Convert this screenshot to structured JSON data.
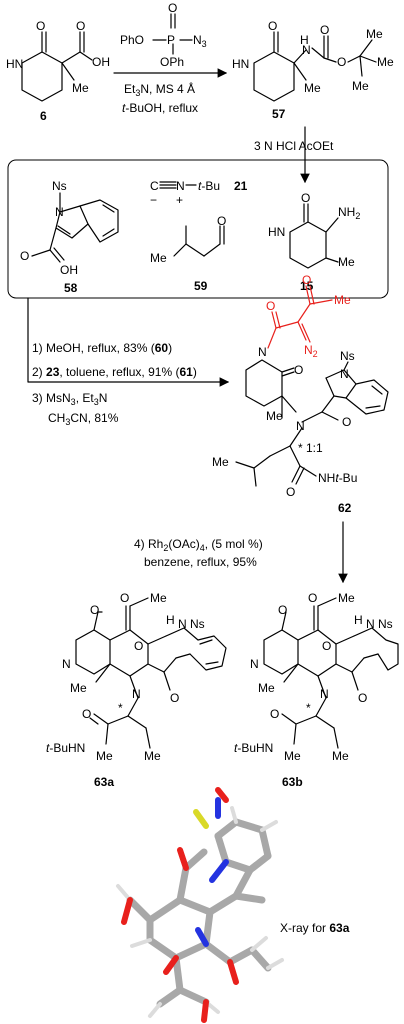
{
  "step1": {
    "reagent_top_a": "PhO",
    "reagent_top_b": "OPh",
    "reagent_p": "P",
    "reagent_o": "O",
    "reagent_n3": "N",
    "reagent_n3_sub": "3",
    "cond1": "Et",
    "cond1_sub": "3",
    "cond1_rest": "N, MS 4 Å",
    "cond2_it": "t",
    "cond2_rest": "-BuOH, reflux"
  },
  "step2": {
    "reagent": "3 N HCl   AcOEt"
  },
  "compounds": {
    "c6": "6",
    "c57": "57",
    "c15": "15",
    "c21": "21",
    "c58": "58",
    "c59": "59",
    "c62": "62",
    "c63a": "63a",
    "c63b": "63b"
  },
  "step3": {
    "l1": "1) MeOH, reflux, 83% (",
    "l1_cmp": "60",
    "l1_end": ")",
    "l2": "2) ",
    "l2_cmp": "23",
    "l2_mid": ", toluene, reflux, 91% (",
    "l2_cmp2": "61",
    "l2_end": ")",
    "l3": "3) MsN",
    "l3_sub": "3",
    "l3_rest": ", Et",
    "l3_sub2": "3",
    "l3_end": "N",
    "l4": "CH",
    "l4_sub": "3",
    "l4_rest": "CN, 81%"
  },
  "step4": {
    "l1": "4) Rh",
    "l1_sub": "2",
    "l1_rest": "(OAc)",
    "l1_sub2": "4",
    "l1_end": ", (5 mol %)",
    "l2": "benzene, reflux, 95%"
  },
  "labels": {
    "ns": "Ns",
    "me": "Me",
    "oh": "OH",
    "hn": "HN",
    "nh2": "NH",
    "nh2_sub": "2",
    "tbu": "t",
    "tbu_rest": "-Bu",
    "n": "N",
    "o": "O",
    "h": "H",
    "nh_tbu": "NH",
    "ratio": "* 1:1",
    "tbuhn": "-BuHN",
    "star": "*"
  },
  "xray_caption": "X-ray for ",
  "xray_cmp": "63a",
  "colors": {
    "highlight": "#e8201c",
    "atom_n": "#2433e0",
    "atom_o": "#e8201c",
    "atom_s": "#d9d928",
    "atom_c": "#9a9a9a"
  }
}
